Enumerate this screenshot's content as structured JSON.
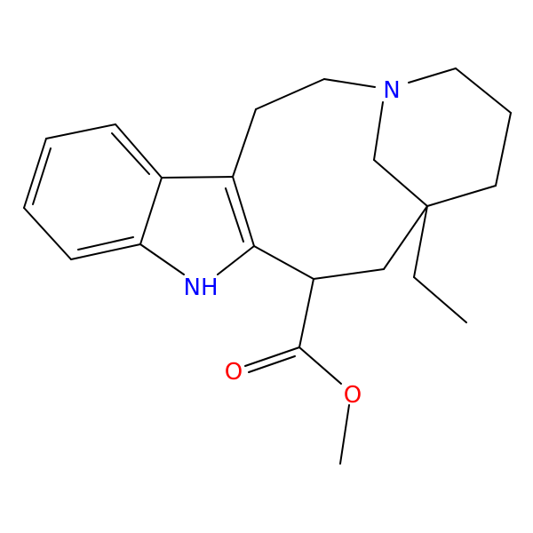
{
  "atoms": {
    "nitrogen_amine": {
      "symbol": "N",
      "color": "#0000ff"
    },
    "nitrogen_indole": {
      "symbol": "NH",
      "color": "#0000ff"
    },
    "oxygen_carbonyl": {
      "symbol": "O",
      "color": "#ff0000"
    },
    "oxygen_ester": {
      "symbol": "O",
      "color": "#ff0000"
    }
  },
  "colors": {
    "bond": "#000000",
    "background": "#ffffff"
  }
}
